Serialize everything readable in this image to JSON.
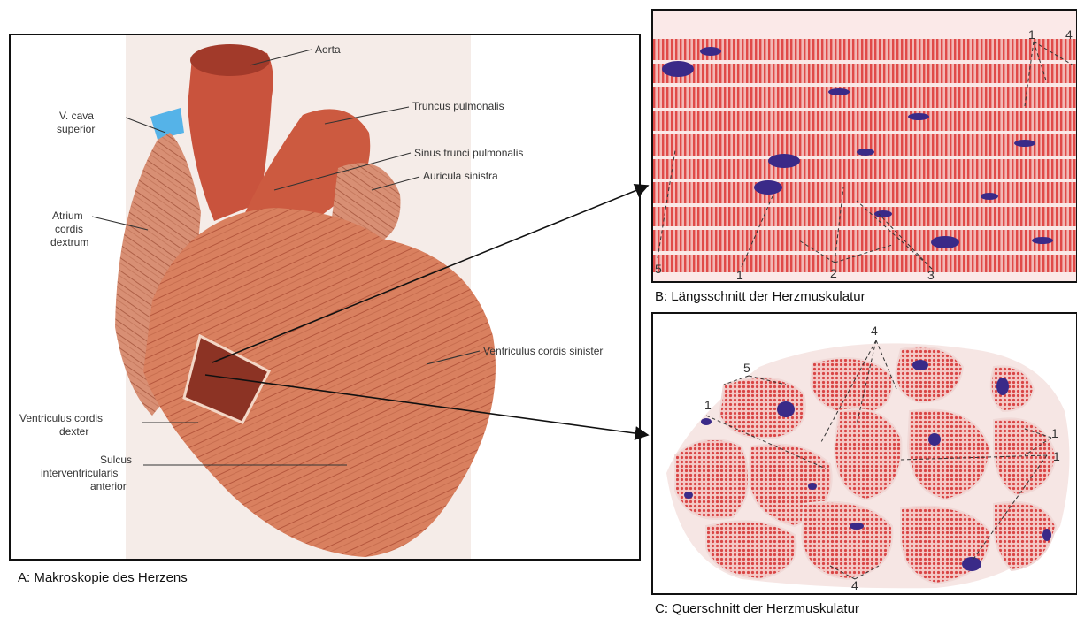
{
  "panel_a": {
    "caption": "A: Makroskopie des Herzens",
    "labels": {
      "aorta": "Aorta",
      "truncus": "Truncus pulmonalis",
      "vcava1": "V. cava",
      "vcava2": "superior",
      "sinus": "Sinus trunci pulmonalis",
      "auricula": "Auricula sinistra",
      "atrium1": "Atrium",
      "atrium2": "cordis",
      "atrium3": "dextrum",
      "vsin": "Ventriculus cordis sinister",
      "vdex1": "Ventriculus cordis",
      "vdex2": "dexter",
      "sulcus1": "Sulcus",
      "sulcus2": "interventricularis",
      "sulcus3": "anterior"
    }
  },
  "panel_b": {
    "caption": "B: Längsschnitt der Herzmuskulatur",
    "numbers": {
      "n1a": "1",
      "n4": "4",
      "n5": "5",
      "n1b": "1",
      "n2": "2",
      "n3": "3"
    }
  },
  "panel_c": {
    "caption": "C: Querschnitt der Herzmuskulatur",
    "numbers": {
      "n4a": "4",
      "n5": "5",
      "n1a": "1",
      "n1b": "1",
      "n1c": "1",
      "n4b": "4"
    }
  },
  "colors": {
    "muscle": "#d9745a",
    "muscle_dark": "#b8503a",
    "vein": "#4aa6e0",
    "fiber": "#e04848",
    "nucleus": "#3a2a88"
  }
}
